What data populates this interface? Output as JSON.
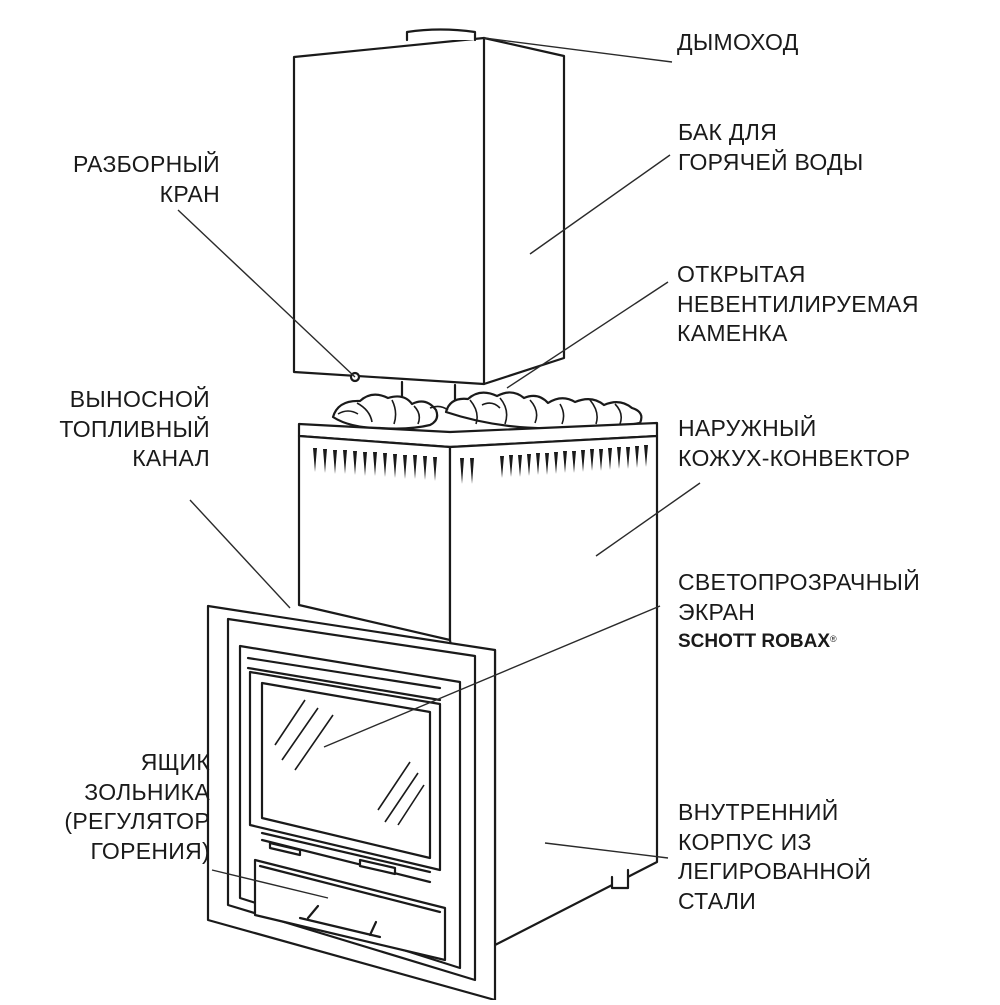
{
  "labels": {
    "chimney": [
      "ДЫМОХОД"
    ],
    "tank": [
      "БАК ДЛЯ",
      "ГОРЯЧЕЙ ВОДЫ"
    ],
    "tap": [
      "РАЗБОРНЫЙ",
      "КРАН"
    ],
    "stones": [
      "ОТКРЫТАЯ",
      "НЕВЕНТИЛИРУЕМАЯ",
      "КАМЕНКА"
    ],
    "fuel_channel": [
      "ВЫНОСНОЙ",
      "ТОПЛИВНЫЙ",
      "КАНАЛ"
    ],
    "casing": [
      "НАРУЖНЫЙ",
      "КОЖУХ-КОНВЕКТОР"
    ],
    "glass": [
      "СВЕТОПРОЗРАЧНЫЙ",
      "ЭКРАН"
    ],
    "glass_brand": "SCHOTT ROBAX",
    "glass_brand_mark": "®",
    "ash_box": [
      "ЯЩИК",
      "ЗОЛЬНИКА",
      "(РЕГУЛЯТОР",
      "ГОРЕНИЯ)"
    ],
    "body": [
      "ВНУТРЕННИЙ",
      "КОРПУС ИЗ",
      "ЛЕГИРОВАННОЙ",
      "СТАЛИ"
    ]
  }
}
